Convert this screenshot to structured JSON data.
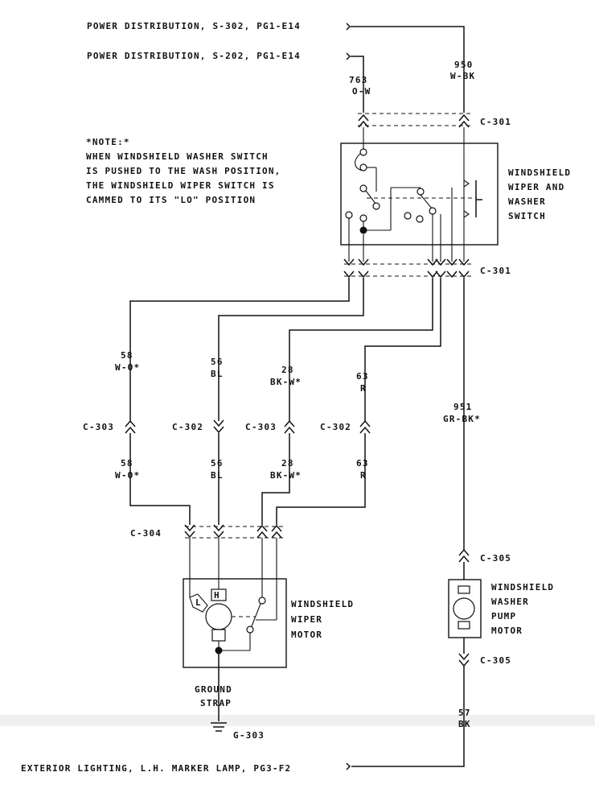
{
  "header": {
    "power_s302": "POWER DISTRIBUTION, S-302, PG1-E14",
    "power_s202": "POWER DISTRIBUTION, S-202, PG1-E14"
  },
  "note": {
    "title": "*NOTE:*",
    "line1": "WHEN WINDSHIELD WASHER SWITCH",
    "line2": "IS PUSHED TO THE WASH POSITION,",
    "line3": "THE WINDSHIELD WIPER SWITCH IS",
    "line4": "CAMMED TO ITS \"LO\" POSITION"
  },
  "components": {
    "switch": {
      "line1": "WINDSHIELD",
      "line2": "WIPER AND",
      "line3": "WASHER",
      "line4": "SWITCH"
    },
    "wiper_motor": {
      "line1": "WINDSHIELD",
      "line2": "WIPER",
      "line3": "MOTOR",
      "terminal_h": "H",
      "terminal_l": "L"
    },
    "pump_motor": {
      "line1": "WINDSHIELD",
      "line2": "WASHER",
      "line3": "PUMP",
      "line4": "MOTOR"
    },
    "ground": {
      "line1": "GROUND",
      "line2": "STRAP",
      "id": "G-303"
    }
  },
  "connectors": {
    "c301_top": "C-301",
    "c301_bottom": "C-301",
    "c303_a": "C-303",
    "c302_a": "C-302",
    "c303_b": "C-303",
    "c302_b": "C-302",
    "c304": "C-304",
    "c305_top": "C-305",
    "c305_bottom": "C-305"
  },
  "wires": {
    "w763": {
      "circuit": "763",
      "color": "O-W"
    },
    "w950": {
      "circuit": "950",
      "color": "W-BK"
    },
    "w58_upper": {
      "circuit": "58",
      "color": "W-O*"
    },
    "w56_upper": {
      "circuit": "56",
      "color": "BL"
    },
    "w28_upper": {
      "circuit": "28",
      "color": "BK-W*"
    },
    "w63_upper": {
      "circuit": "63",
      "color": "R"
    },
    "w58_lower": {
      "circuit": "58",
      "color": "W-O*"
    },
    "w56_lower": {
      "circuit": "56",
      "color": "BL"
    },
    "w28_lower": {
      "circuit": "28",
      "color": "BK-W*"
    },
    "w63_lower": {
      "circuit": "63",
      "color": "R"
    },
    "w951": {
      "circuit": "951",
      "color": "GR-BK*"
    },
    "w57": {
      "circuit": "57",
      "color": "BK"
    }
  },
  "footer": {
    "exterior_lighting": "EXTERIOR LIGHTING, L.H. MARKER LAMP, PG3-F2"
  }
}
